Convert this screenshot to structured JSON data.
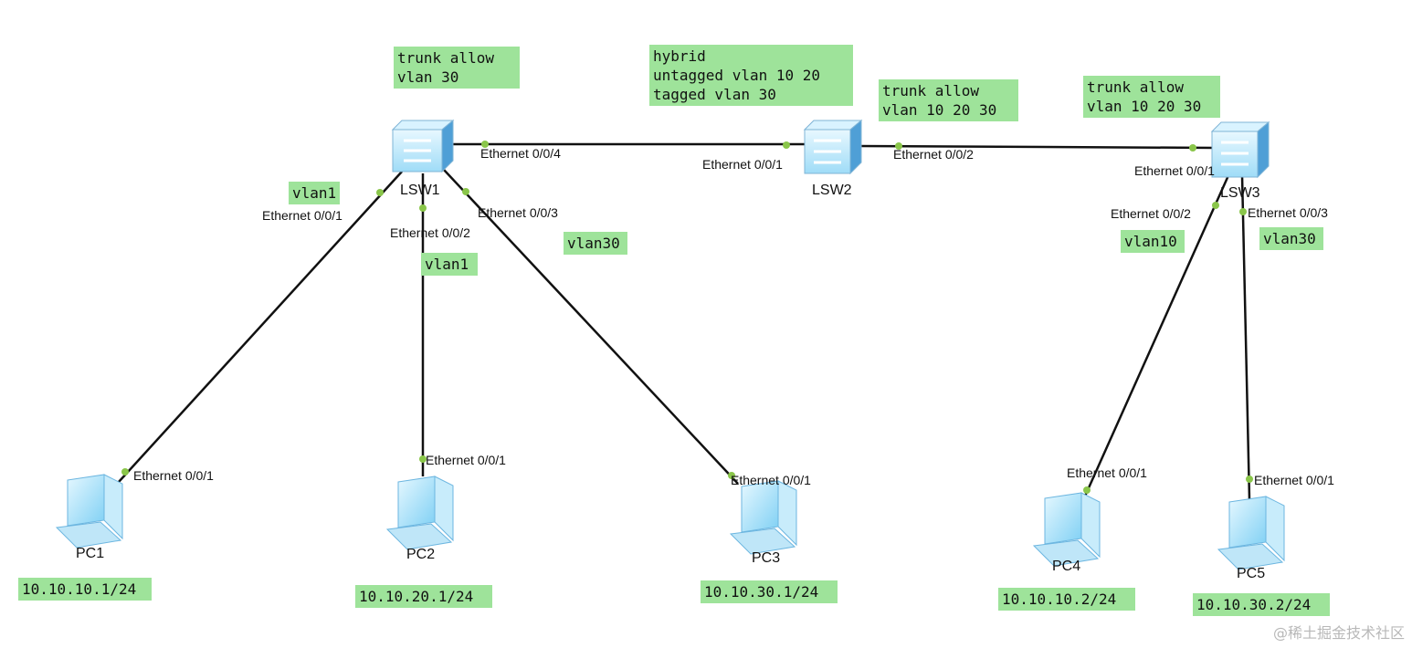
{
  "devices": {
    "lsw1": "LSW1",
    "lsw2": "LSW2",
    "lsw3": "LSW3",
    "pc1": "PC1",
    "pc2": "PC2",
    "pc3": "PC3",
    "pc4": "PC4",
    "pc5": "PC5"
  },
  "ports": {
    "lsw1_e001": "Ethernet 0/0/1",
    "lsw1_e002": "Ethernet 0/0/2",
    "lsw1_e003": "Ethernet 0/0/3",
    "lsw1_e004": "Ethernet 0/0/4",
    "lsw2_e001": "Ethernet 0/0/1",
    "lsw2_e002": "Ethernet 0/0/2",
    "lsw3_e001": "Ethernet 0/0/1",
    "lsw3_e002": "Ethernet 0/0/2",
    "lsw3_e003": "Ethernet 0/0/3",
    "pc1_e001": "Ethernet 0/0/1",
    "pc2_e001": "Ethernet 0/0/1",
    "pc3_e001": "Ethernet 0/0/1",
    "pc4_e001": "Ethernet 0/0/1",
    "pc5_e001": "Ethernet 0/0/1"
  },
  "notes": {
    "lsw1_trunk": "trunk allow\nvlan 30",
    "lsw2_hybrid": "hybrid\nuntagged vlan 10 20\ntagged vlan 30",
    "lsw2_trunk": "trunk allow\nvlan 10 20 30",
    "lsw3_trunk": "trunk allow\nvlan 10 20 30",
    "lsw1_p1_vlan": "vlan1",
    "lsw1_p2_vlan": "vlan1",
    "lsw1_p3_vlan": "vlan30",
    "lsw3_p2_vlan": "vlan10",
    "lsw3_p3_vlan": "vlan30",
    "pc1_ip": "10.10.10.1/24",
    "pc2_ip": "10.10.20.1/24",
    "pc3_ip": "10.10.30.1/24",
    "pc4_ip": "10.10.10.2/24",
    "pc5_ip": "10.10.30.2/24"
  },
  "watermark": "@稀土掘金技术社区",
  "colors": {
    "note_bg": "#9ee39a",
    "port_dot": "#8ac64a",
    "device": "#8fd6f5"
  }
}
